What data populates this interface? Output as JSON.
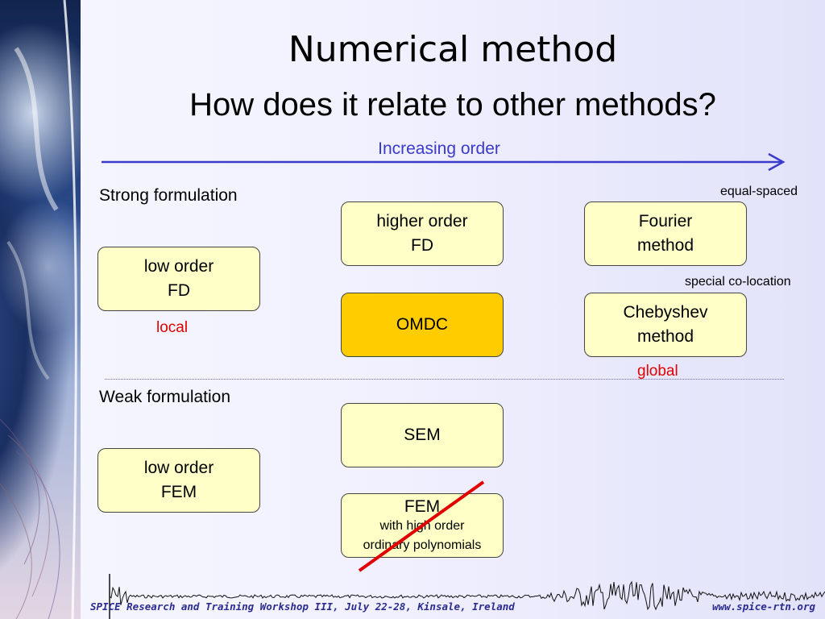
{
  "title": "Numerical method",
  "subtitle": "How does it relate to other methods?",
  "axis_label": "Increasing order",
  "sections": {
    "strong": "Strong formulation",
    "weak": "Weak formulation"
  },
  "notes": {
    "equal_spaced": "equal-spaced",
    "special_colocation": "special co-location",
    "local": "local",
    "global": "global"
  },
  "boxes": {
    "higher_order_fd": [
      "higher order",
      "FD"
    ],
    "fourier": [
      "Fourier",
      "method"
    ],
    "low_order_fd": [
      "low order",
      "FD"
    ],
    "omdc": "OMDC",
    "chebyshev": [
      "Chebyshev",
      "method"
    ],
    "sem": "SEM",
    "low_order_fem": [
      "low order",
      "FEM"
    ],
    "fem": {
      "main": "FEM",
      "sub": [
        "with high order",
        "ordinary polynomials"
      ],
      "crossed_out": true
    }
  },
  "footer": {
    "left": "SPICE Research and Training Workshop III, July 22-28, Kinsale, Ireland",
    "right": "www.spice-rtn.org"
  },
  "colors": {
    "box_fill": "#ffffc8",
    "highlight_fill": "#ffcc00",
    "arrow": "#3a3acc",
    "note_red": "#e00000",
    "strike": "#e00000",
    "footer_text": "#2b2b8f"
  }
}
